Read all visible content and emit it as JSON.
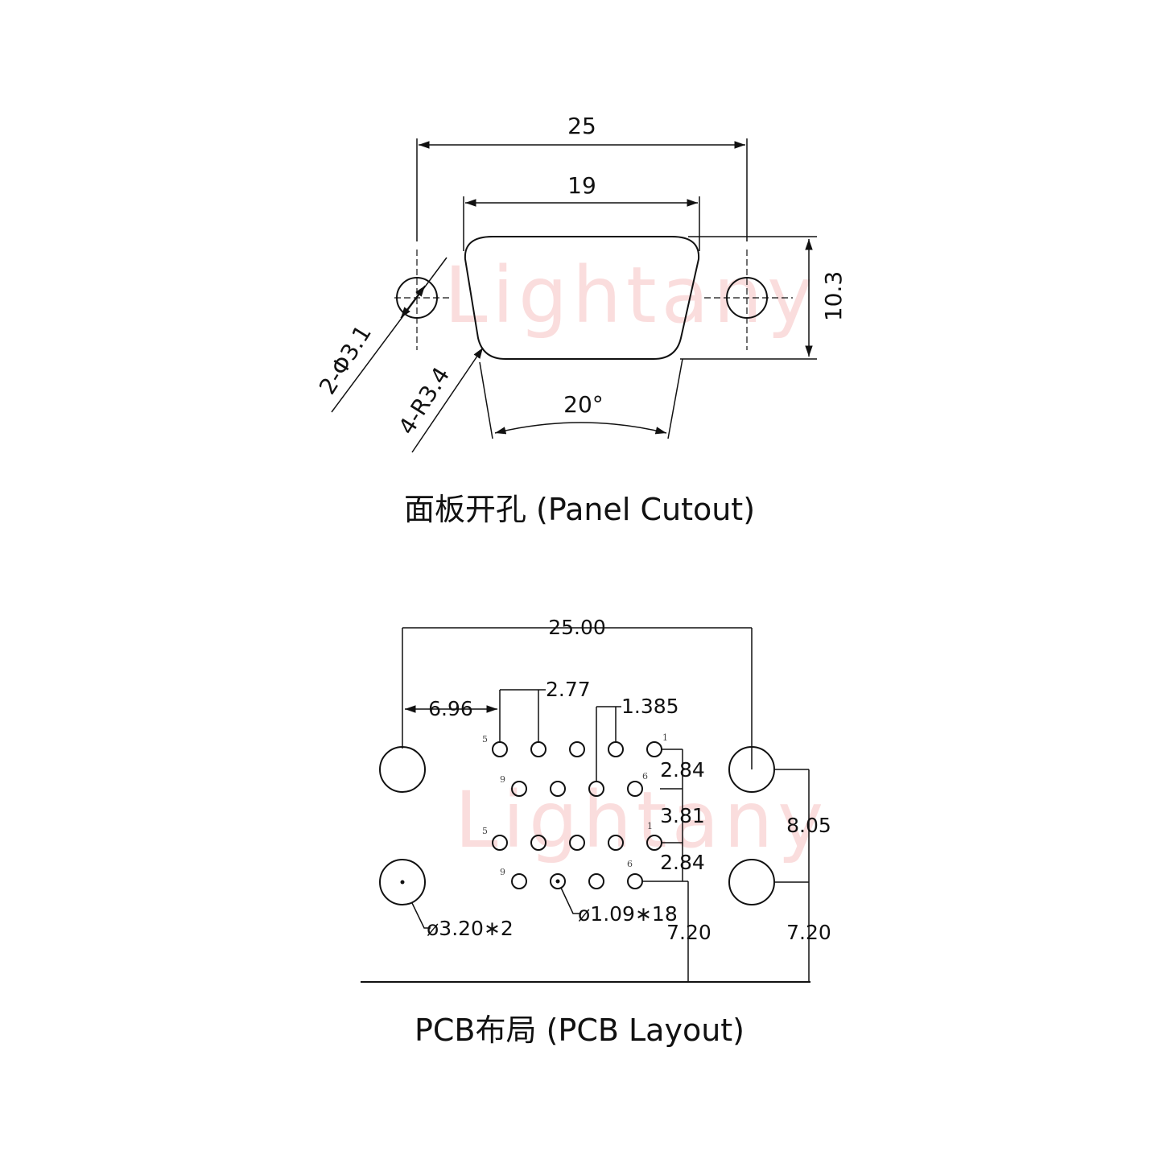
{
  "panel_cutout": {
    "caption": "面板开孔 (Panel Cutout)",
    "dim_overall_width": "25",
    "dim_cutout_width": "19",
    "dim_height": "10.3",
    "dim_angle": "20°",
    "dim_mount_holes": "2-Φ3.1",
    "dim_corner_radius": "4-R3.4"
  },
  "pcb_layout": {
    "caption": "PCB布局 (PCB Layout)",
    "dim_overall_width": "25.00",
    "dim_offset_left": "6.96",
    "dim_pitch": "2.77",
    "dim_half_pitch": "1.385",
    "dim_row_spacing_top": "2.84",
    "dim_row_group_spacing": "3.81",
    "dim_row_spacing_bottom": "2.84",
    "dim_mount_hole_spacing": "8.05",
    "dim_bottom_left": "7.20",
    "dim_bottom_right": "7.20",
    "dim_mount_hole_dia": "ø3.20∗2",
    "dim_pin_dia": "ø1.09∗18",
    "pin_labels": {
      "upper_row1_left": "5",
      "upper_row1_right": "1",
      "upper_row2_left": "9",
      "upper_row2_right": "6",
      "lower_row1_left": "5",
      "lower_row1_right": "1",
      "lower_row2_left": "9",
      "lower_row2_right": "6"
    }
  },
  "watermark": "Lightany"
}
